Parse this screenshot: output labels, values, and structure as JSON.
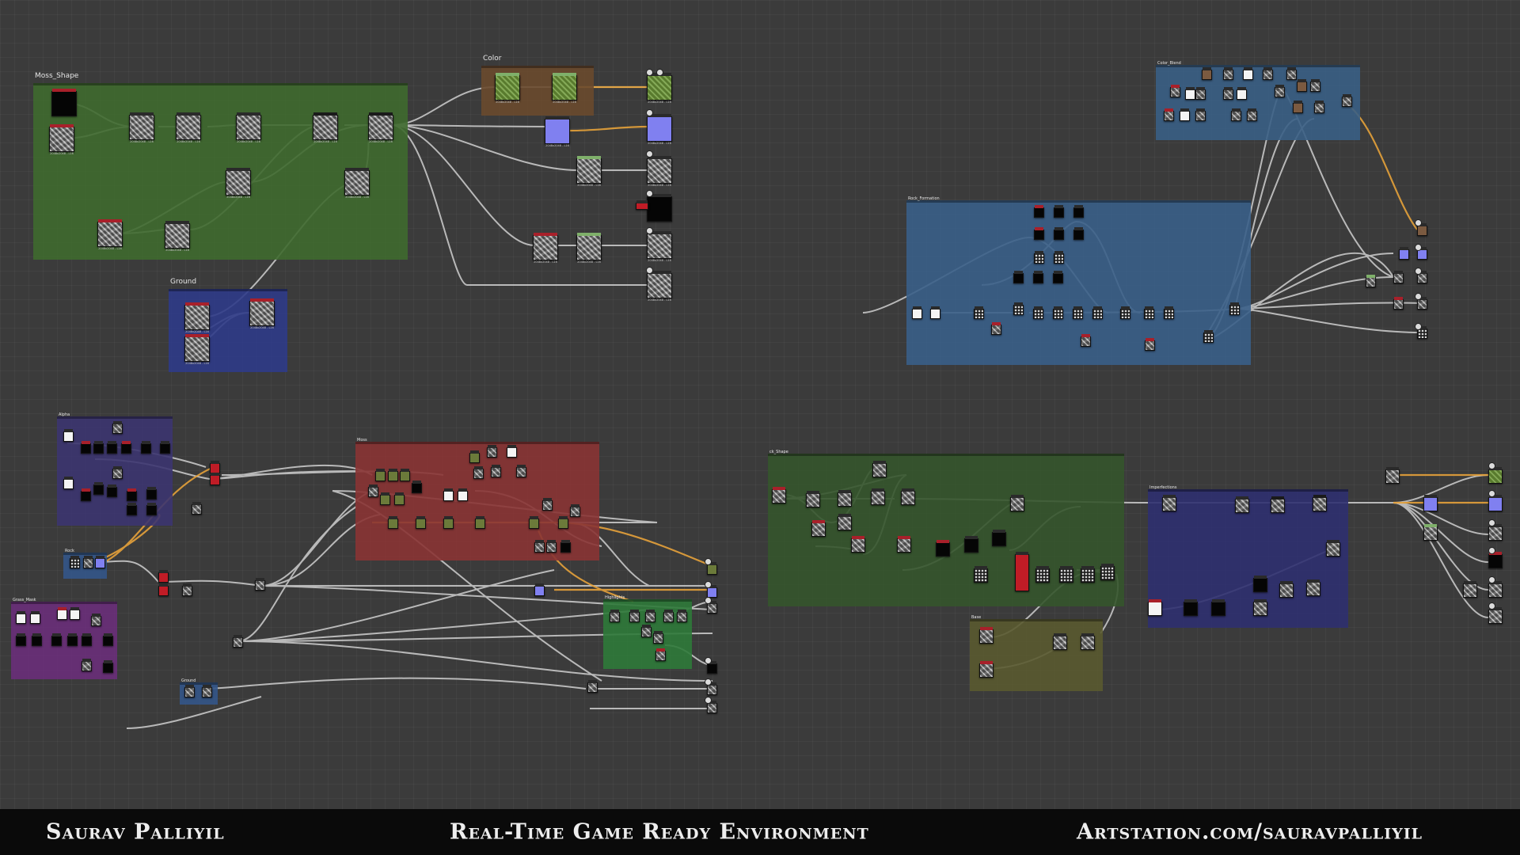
{
  "graph": {
    "frames": [
      {
        "id": "moss_shape",
        "label": "Moss_Shape",
        "color": "#3f6a2f"
      },
      {
        "id": "color",
        "label": "Color",
        "color": "#6a4a2e"
      },
      {
        "id": "ground",
        "label": "Ground",
        "color": "#2f3b88"
      },
      {
        "id": "color_blend",
        "label": "Color_Blend",
        "color": "#3a5f85"
      },
      {
        "id": "rock_formation",
        "label": "Rock_Formation",
        "color": "#3a5f88"
      },
      {
        "id": "alpha_frame",
        "label": "Alpha",
        "color": "#3c3570"
      },
      {
        "id": "moss_frame",
        "label": "Moss",
        "color": "#8a3434"
      },
      {
        "id": "rock_frame",
        "label": "Rock",
        "color": "#34578a"
      },
      {
        "id": "grass_mask",
        "label": "Grass_Mask",
        "color": "#6a2f7a"
      },
      {
        "id": "ground_small",
        "label": "Ground",
        "color": "#34578a"
      },
      {
        "id": "highlights",
        "label": "Highlights",
        "color": "#2f7a3a"
      },
      {
        "id": "rock_shape",
        "label": "ck_Shape",
        "color": "#35552c"
      },
      {
        "id": "imperfections",
        "label": "Imperfections",
        "color": "#2f3070"
      },
      {
        "id": "base",
        "label": "Base",
        "color": "#5a5a30"
      }
    ],
    "node_caption": "2048x2048 - L16"
  },
  "footer": {
    "author": "Saurav Palliyil",
    "title": "Real-Time Game Ready Environment",
    "url": "Artstation.com/sauravpalliyil"
  }
}
